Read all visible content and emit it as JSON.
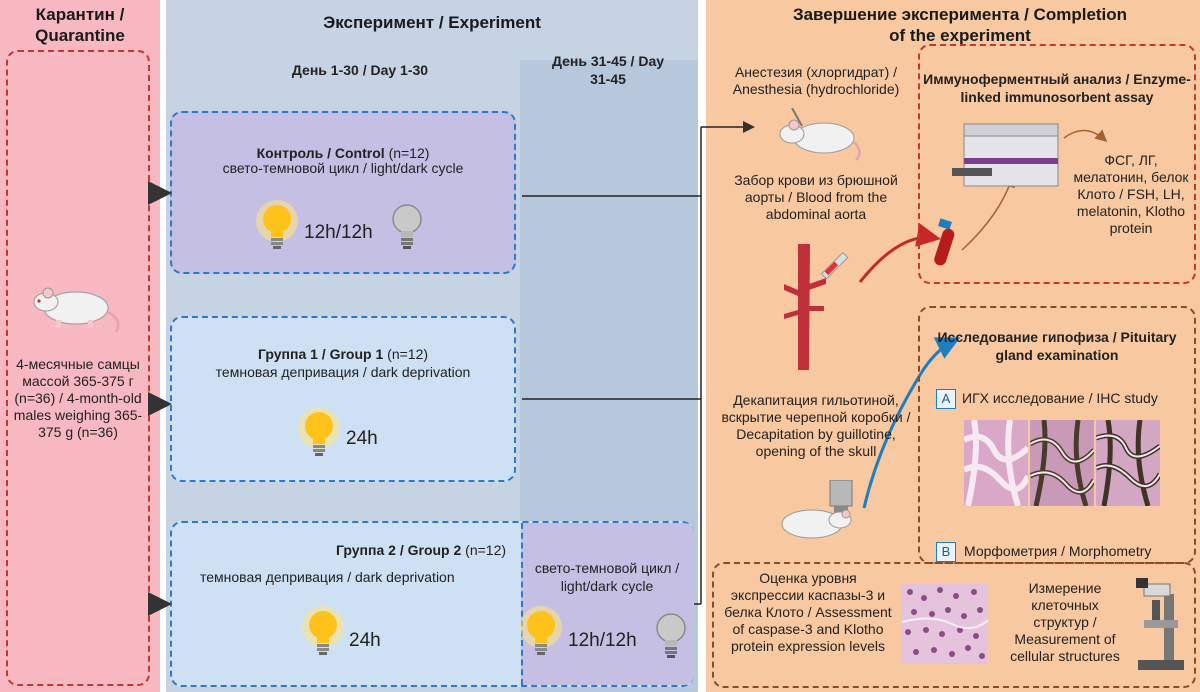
{
  "headers": {
    "quarantine": "Карантин / Quarantine",
    "experiment": "Эксперимент / Experiment",
    "completion": "Завершение эксперимента / Completion of the experiment"
  },
  "quarantine": {
    "animals": "4-месячные самцы массой 365-375 г (n=36) / 4-month-old males weighing 365-375 g (n=36)"
  },
  "experiment": {
    "period1": "День 1-30 / Day 1-30",
    "period2": "День 31-45 / Day 31-45",
    "groups": [
      {
        "title": "Контроль / Control",
        "n": "(n=12)",
        "condition": "свето-темновой цикл / light/dark cycle",
        "hours": "12h/12h"
      },
      {
        "title": "Группа 1 / Group 1",
        "n": "(n=12)",
        "condition": "темновая депривация / dark deprivation",
        "hours": "24h"
      },
      {
        "title": "Группа 2 / Group 2",
        "n": "(n=12)",
        "condition": "темновая депривация / dark deprivation",
        "hours": "24h"
      }
    ],
    "group2_extra": {
      "condition": "свето-темновой цикл / light/dark cycle",
      "hours": "12h/12h"
    }
  },
  "completion": {
    "anesthesia": "Анестезия (хлоргидрат) / Anesthesia (hydrochloride)",
    "blood": "Забор крови из брюшной аорты / Blood from the abdominal aorta",
    "decapitation": "Декапитация гильотиной, вскрытие черепной коробки / Decapitation by guillotine, opening of the skull",
    "elisa_title": "Иммуноферментный анализ / Enzyme-linked immunosorbent assay",
    "elisa_targets": "ФСГ, ЛГ, мелатонин, белок Клото / FSH, LH, melatonin, Klotho protein",
    "pituitary_title": "Исследование гипофиза / Pituitary gland examination",
    "ihc_letter": "A",
    "ihc": "ИГХ исследование / IHC study",
    "morph_letter": "B",
    "morph": "Морфометрия / Morphometry",
    "caspase": "Оценка уровня экспрессии каспазы-3 и белка Клото / Assessment of caspase-3 and Klotho protein expression levels",
    "measurement": "Измерение клеточных структур / Measurement of cellular structures"
  },
  "colors": {
    "quarantine_bg": "#f7b8c2",
    "experiment_bg": "#c6d3e3",
    "completion_bg": "#f8c8a0",
    "dash_blue": "#2f79c9",
    "dash_red": "#c0392b",
    "dash_brown": "#8a4b2c"
  }
}
